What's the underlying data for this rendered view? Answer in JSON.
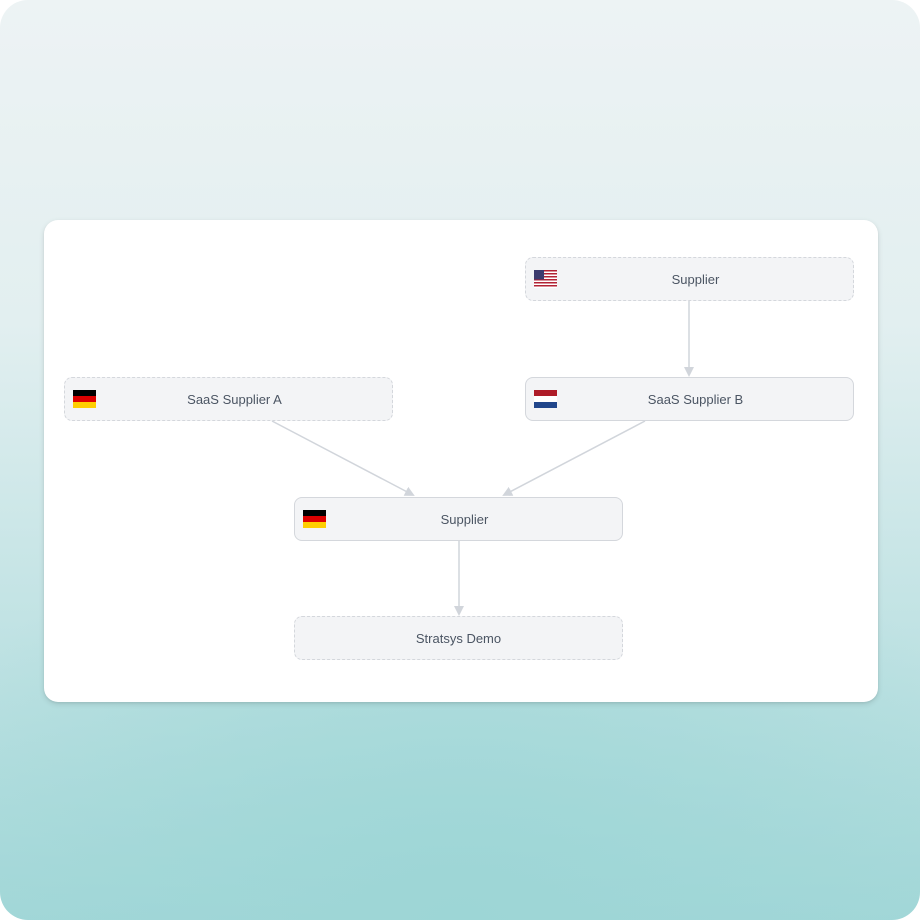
{
  "colors": {
    "edge": "#d1d5db",
    "node_fill": "#f3f4f6",
    "node_border": "#d4d7dc",
    "card": "#ffffff"
  },
  "nodes": {
    "supplier_us": {
      "label": "Supplier",
      "flag": "us-flag-icon"
    },
    "saas_supplier_a": {
      "label": "SaaS Supplier A",
      "flag": "de-flag-icon"
    },
    "saas_supplier_b": {
      "label": "SaaS Supplier B",
      "flag": "nl-flag-icon"
    },
    "supplier_de": {
      "label": "Supplier",
      "flag": "de-flag-icon"
    },
    "stratsys_demo": {
      "label": "Stratsys Demo"
    }
  },
  "edges": [
    {
      "from": "supplier_us",
      "to": "saas_supplier_b"
    },
    {
      "from": "saas_supplier_a",
      "to": "supplier_de"
    },
    {
      "from": "saas_supplier_b",
      "to": "supplier_de"
    },
    {
      "from": "supplier_de",
      "to": "stratsys_demo"
    }
  ]
}
